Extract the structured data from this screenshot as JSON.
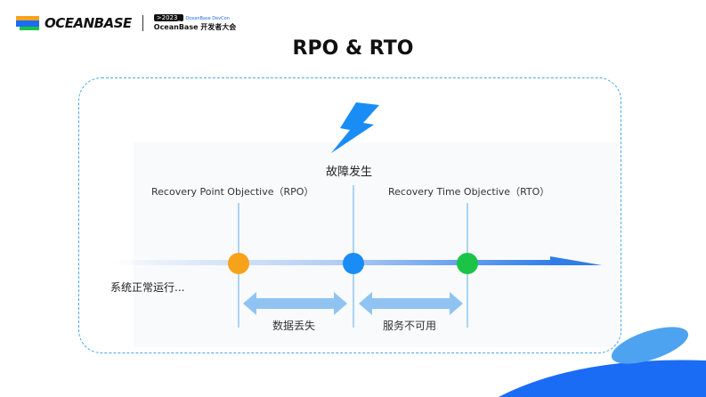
{
  "header": {
    "brand": "OCEANBASE",
    "event_badge": ">2023_",
    "event_sub": "OceanBase DevCon",
    "event_name": "OceanBase 开发者大会"
  },
  "title": "RPO & RTO",
  "diagram": {
    "failure": "故障发生",
    "rpo_label": "Recovery Point Objective（RPO）",
    "rto_label": "Recovery Time Objective（RTO）",
    "normal": "系统正常运行...",
    "data_loss": "数据丢失",
    "service_unavailable": "服务不可用",
    "colors": {
      "rpo": "#f7a21b",
      "failure": "#1a8cf5",
      "rto": "#1bc447",
      "arrow": "#2f7de8",
      "span": "#8fc4f2"
    }
  }
}
